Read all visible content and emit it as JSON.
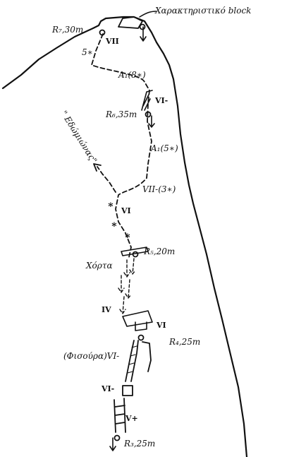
{
  "annotations": {
    "block": "Χαρακτηριστικό block",
    "r7": "R₇,30m",
    "r6": "R₆,35m",
    "r5": "R₅,20m",
    "r4": "R₄,25m",
    "r3": "R₃,25m",
    "edomiwnas": "\" Εδώμιώνας\"",
    "xorta": "Χόρτα",
    "fisoura": "(Φισούρα)VI-",
    "a1_8": "A₁(8∗)",
    "a1_5": "A₁(5∗)",
    "vii_3": "VII-(3∗)",
    "five_star": "5∗"
  },
  "grades": {
    "vii_top": "VII",
    "vi_minus_upper": "VI-",
    "vi_mid": "VI",
    "iv_left": "IV",
    "vi_right": "VI",
    "vi_minus_lower": "VI-",
    "v_plus": "V+"
  }
}
